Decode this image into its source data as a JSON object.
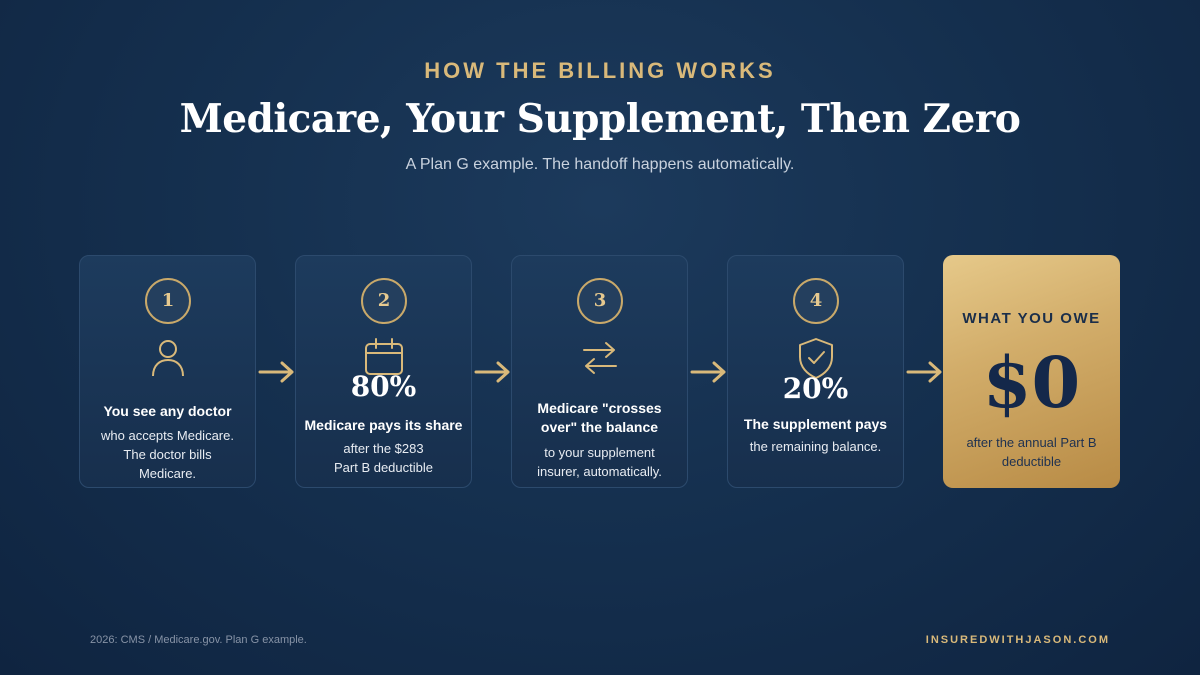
{
  "header": {
    "eyebrow": "HOW THE BILLING WORKS",
    "title": "Medicare, Your Supplement, Then Zero",
    "subtitle": "A Plan G example. The handoff happens automatically."
  },
  "steps": [
    {
      "number": "1",
      "icon": "person-icon",
      "lead": "You see any doctor",
      "detail": "who accepts Medicare. The doctor bills Medicare."
    },
    {
      "number": "2",
      "icon": "calendar-icon",
      "stat": "80%",
      "lead": "Medicare pays its share",
      "detail": "after the $283 Part B deductible"
    },
    {
      "number": "3",
      "icon": "swap-arrows-icon",
      "lead": "Medicare \"crosses over\" the balance",
      "detail": "to your supplement insurer, automatically."
    },
    {
      "number": "4",
      "icon": "shield-check-icon",
      "stat": "20%",
      "lead": "The supplement pays",
      "detail": "the remaining balance."
    }
  ],
  "result": {
    "label": "WHAT YOU OWE",
    "amount": "$0",
    "note": "after the annual Part B deductible"
  },
  "footer": {
    "source": "2026: CMS / Medicare.gov. Plan G example.",
    "site": "INSUREDWITHJASON.COM"
  },
  "colors": {
    "background": "#15304f",
    "accent_gold": "#d9b97a",
    "card": "#1b3757",
    "result_card": "#d2ad6a"
  }
}
